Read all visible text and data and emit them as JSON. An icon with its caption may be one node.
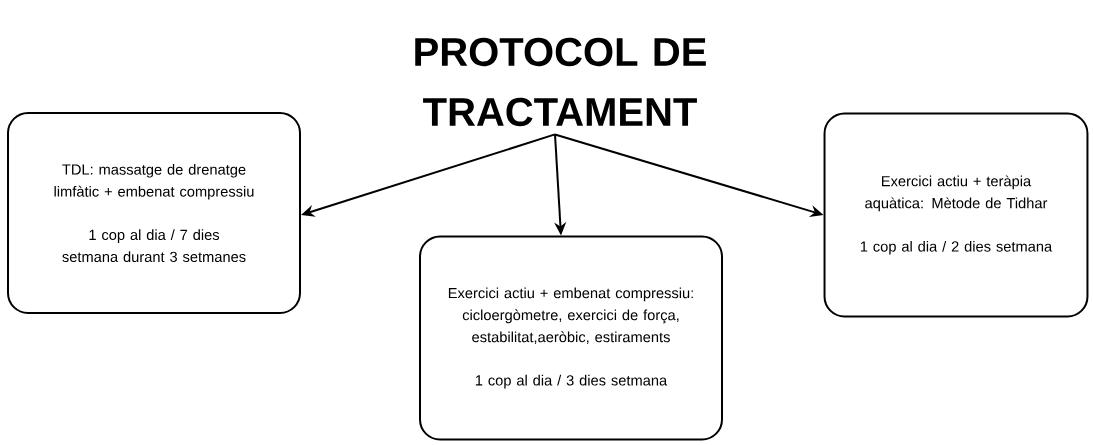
{
  "diagram": {
    "nodes": [
      {
        "text": [
          "PROTOCOL DE TRACTAMENT"
        ]
      },
      {
        "text": [
          "TDL: massatge de drenatge limfàtic + embenat compressiu",
          "1 cop al dia / 7 dies setmana durant 3 setmanes"
        ]
      },
      {
        "text": [
          "Exercici actiu + embenat compressiu: cicloergòmetre, exercici de força, estabilitat,aeròbic, estiraments",
          "1 cop al dia / 3 dies setmana"
        ]
      },
      {
        "text": [
          "Exercici actiu + teràpia aquàtica: Mètode de Tidhar",
          "1 cop al dia / 2 dies setmana"
        ]
      }
    ],
    "edges": [
      {
        "from": 0,
        "to": 1,
        "arrow": "to"
      },
      {
        "from": 0,
        "to": 2,
        "arrow": "to"
      },
      {
        "from": 0,
        "to": 3,
        "arrow": "to"
      }
    ]
  }
}
